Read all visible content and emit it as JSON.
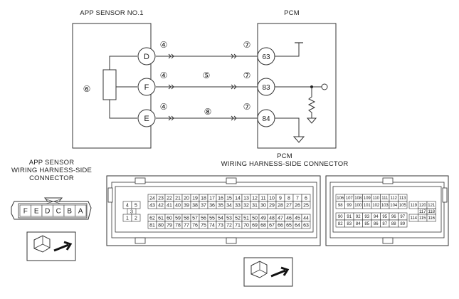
{
  "labels": {
    "app_sensor": "APP SENSOR NO.1",
    "pcm": "PCM",
    "app_harness_lines": [
      "APP SENSOR",
      "WIRING HARNESS-SIDE",
      "CONNECTOR"
    ],
    "pcm_harness_lines": [
      "PCM",
      "WIRING HARNESS-SIDE CONNECTOR"
    ]
  },
  "sensor_terminals": [
    "D",
    "F",
    "E"
  ],
  "pcm_terminals": [
    "63",
    "83",
    "84"
  ],
  "wire_markers": {
    "left": [
      "④",
      "④",
      "④"
    ],
    "right": [
      "⑦",
      "⑦",
      "⑦"
    ],
    "middle": [
      "⑤",
      "⑧"
    ],
    "sensor_note": "⑥"
  },
  "app_connector_pins": [
    "F",
    "E",
    "D",
    "C",
    "B",
    "A"
  ],
  "pcm_connector": {
    "left_small": {
      "top": [
        "4",
        "5"
      ],
      "mid": "3",
      "bottom": [
        "1",
        "2"
      ]
    },
    "main_rows": [
      [
        "24",
        "23",
        "22",
        "21",
        "20",
        "19",
        "18",
        "17",
        "16",
        "15",
        "14",
        "13",
        "12",
        "11",
        "10",
        "9",
        "8",
        "7",
        "6"
      ],
      [
        "43",
        "42",
        "41",
        "40",
        "39",
        "38",
        "37",
        "36",
        "35",
        "34",
        "33",
        "32",
        "31",
        "30",
        "29",
        "28",
        "27",
        "26",
        "25"
      ],
      [
        "62",
        "61",
        "60",
        "59",
        "58",
        "57",
        "56",
        "55",
        "54",
        "53",
        "52",
        "51",
        "50",
        "49",
        "48",
        "47",
        "46",
        "45",
        "44"
      ],
      [
        "81",
        "80",
        "79",
        "78",
        "77",
        "76",
        "75",
        "74",
        "73",
        "72",
        "71",
        "70",
        "69",
        "68",
        "67",
        "66",
        "65",
        "64",
        "63"
      ]
    ],
    "right_rows_top": [
      [
        "106",
        "107",
        "108",
        "109",
        "110",
        "111",
        "112",
        "113"
      ],
      [
        "98",
        "99",
        "100",
        "101",
        "102",
        "103",
        "104",
        "105"
      ]
    ],
    "right_rows_bottom": [
      [
        "90",
        "91",
        "92",
        "93",
        "94",
        "95",
        "96",
        "97"
      ],
      [
        "82",
        "83",
        "84",
        "85",
        "86",
        "87",
        "88",
        "89"
      ]
    ],
    "right_block": {
      "top": [
        "119",
        "120",
        "121"
      ],
      "mid": [
        "117",
        "118"
      ],
      "bottom": [
        "114",
        "115",
        "116"
      ]
    }
  }
}
